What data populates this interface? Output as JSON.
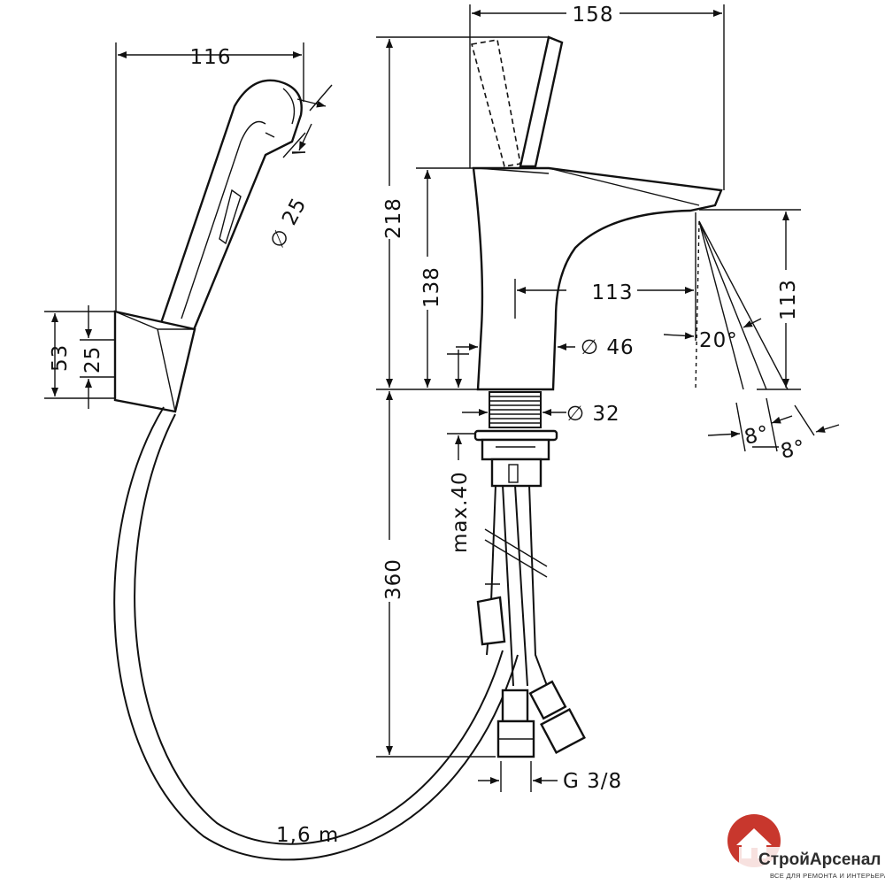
{
  "dimensions": {
    "handshower_width": "116",
    "handshower_diameter": "∅ 25",
    "holder_height": "53",
    "holder_inner": "25",
    "spout_projection": "158",
    "total_height": "218",
    "spout_height": "138",
    "spout_reach": "113",
    "outlet_height": "113",
    "body_diameter": "∅ 46",
    "shank_diameter": "∅ 32",
    "spray_angle": "20°",
    "angle_left": "8°",
    "angle_right": "8°",
    "max_thickness": "max.40",
    "supply_length": "360",
    "connection": "G 3/8",
    "hose_length": "1,6 m"
  },
  "logo": {
    "name": "СтройАрсенал",
    "tagline": "ВСЕ ДЛЯ РЕМОНТА И ИНТЕРЬЕРА",
    "accent": "#c8372d"
  },
  "colors": {
    "line": "#111111",
    "background": "#ffffff"
  }
}
